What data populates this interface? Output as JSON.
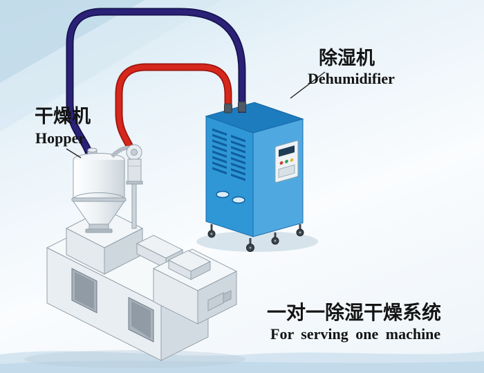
{
  "diagram": {
    "hopper": {
      "label_cn": "干燥机",
      "label_en": "Hopper"
    },
    "dehumidifier": {
      "label_cn": "除湿机",
      "label_en": "Dehumidifier"
    },
    "caption": {
      "line_cn": "一对一除湿干燥系统",
      "line_en": "For serving one machine"
    }
  },
  "colors": {
    "supply_hose": "#2b2277",
    "return_hose": "#d6271c",
    "dehumidifier_top": "#1d7cbe",
    "dehumidifier_front": "#2f97d6",
    "dehumidifier_side": "#4fa9e0",
    "vent_slats": "#0f5fa0",
    "machine_face": "#e9eef2",
    "hopper_face": "#f3f6f8",
    "text": "#141414"
  }
}
